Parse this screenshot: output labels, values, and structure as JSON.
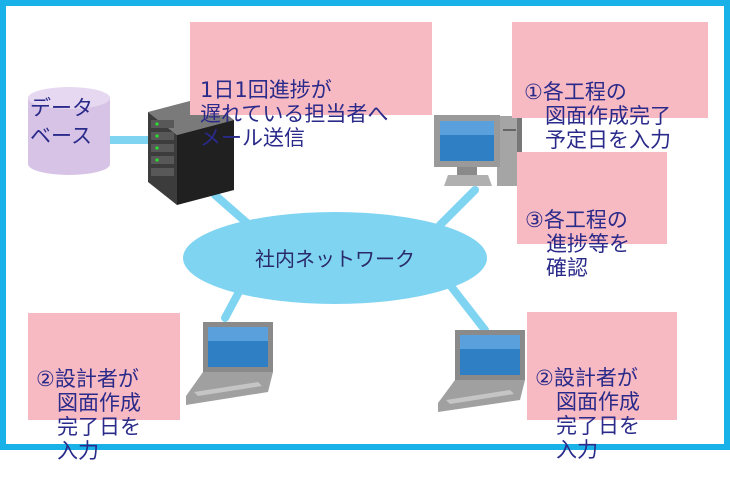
{
  "diagram": {
    "network_label": "社内ネットワーク",
    "database_label": "データ\nベース",
    "notes": {
      "server": "1日1回進捗が\n遅れている担当者へ\nメール送信",
      "desktop_top": "①各工程の\n　図面作成完了\n　予定日を入力",
      "desktop_bottom": "③各工程の\n　進捗等を\n　確認",
      "laptop_left": "②設計者が\n　図面作成\n　完了日を\n　入力",
      "laptop_right": "②設計者が\n　図面作成\n　完了日を\n　入力"
    },
    "colors": {
      "frame": "#19b2e8",
      "connector": "#7fd4f2",
      "network": "#7fd4f2",
      "note_fill": "#f7b9c2",
      "note_text": "#2a2a8a",
      "database": "#d7c3e6"
    }
  }
}
